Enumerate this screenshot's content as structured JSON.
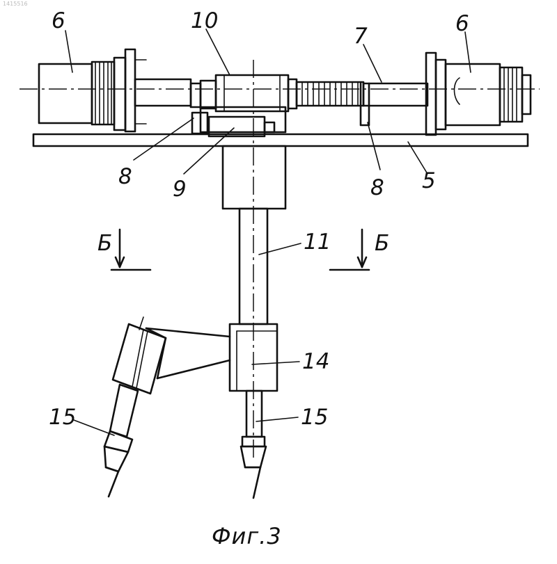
{
  "doc_number": "1415516",
  "caption": "Фиг.3",
  "labels": {
    "motor_left": "6",
    "motor_right": "6",
    "coupling": "10",
    "screw": "7",
    "guide_left": "8",
    "carriage": "9",
    "guide_right": "8",
    "base": "5",
    "section_left": "Б",
    "section_right": "Б",
    "rod": "11",
    "clamp": "14",
    "tool_left": "15",
    "tool_right": "15"
  }
}
